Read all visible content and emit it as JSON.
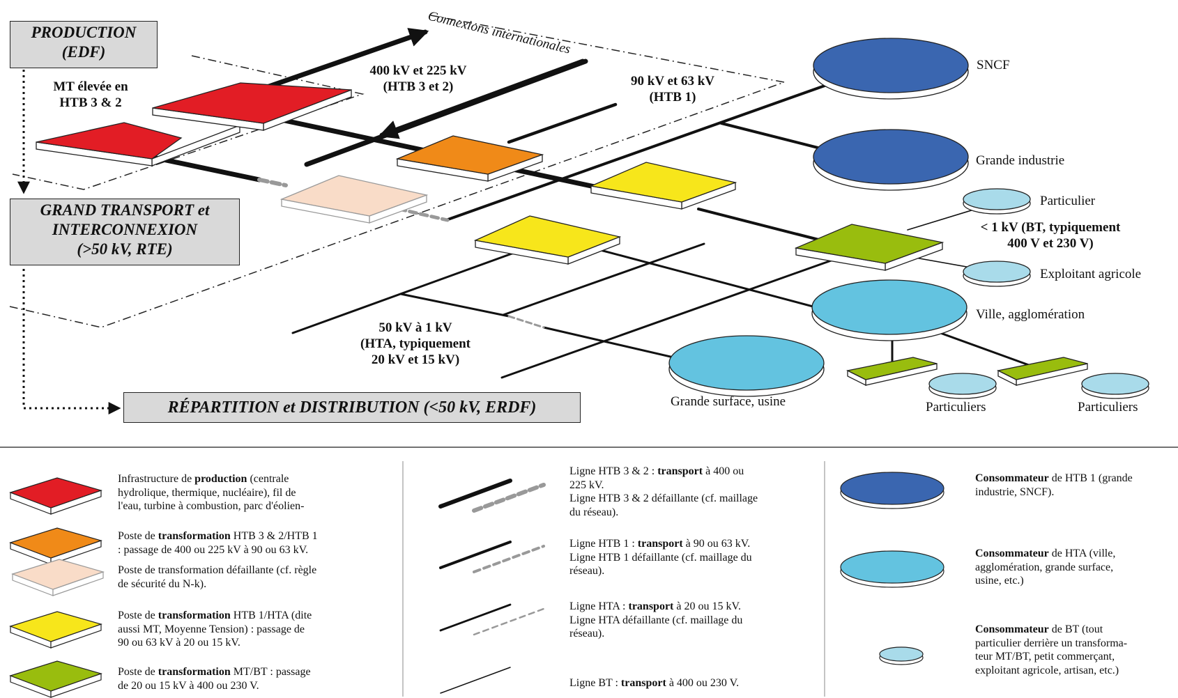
{
  "colors": {
    "production": "#e21d25",
    "htb_substation": "#f08a18",
    "failed_substation": "#f9dcc8",
    "hta_substation": "#f7e61b",
    "bt_substation": "#99bd0e",
    "htb1_consumer": "#3a66b0",
    "hta_consumer": "#63c3e0",
    "bt_consumer": "#a9dbea",
    "header_box": "#d9d9d9"
  },
  "boxes": {
    "production": [
      "PRODUCTION",
      "(EDF)"
    ],
    "transport": [
      "GRAND TRANSPORT et",
      "INTERCONNEXION",
      "(>50 kV, RTE)"
    ],
    "distribution": "RÉPARTITION et DISTRIBUTION (<50 kV, ERDF)"
  },
  "labels": {
    "connexions": "Connexions internationales",
    "mt_elevee": [
      "MT élevée en",
      "HTB 3 & 2"
    ],
    "htb32": [
      "400 kV et 225 kV",
      "(HTB 3 et 2)"
    ],
    "htb1": [
      "90 kV et 63 kV",
      "(HTB 1)"
    ],
    "hta": [
      "50 kV à 1 kV",
      "(HTA, typiquement",
      "20 kV et 15 kV)"
    ],
    "bt": [
      "< 1 kV (BT, typiquement",
      "400 V et 230 V)"
    ]
  },
  "consumers": {
    "sncf": "SNCF",
    "grande_industrie": "Grande industrie",
    "particulier": "Particulier",
    "exploitant": "Exploitant agricole",
    "ville": "Ville, agglomération",
    "grande_surface": "Grande surface, usine",
    "particuliers_1": "Particuliers",
    "particuliers_2": "Particuliers"
  },
  "legend": {
    "col1": [
      {
        "pre": "Infrastructure de ",
        "bold": "production",
        "post": " (centrale",
        "lines": [
          "hydrolique, thermique, nucléaire), fil de",
          "l'eau, turbine à  combustion, parc d'éolien-"
        ]
      },
      {
        "pre": "Poste de ",
        "bold": "transformation",
        "post": " HTB 3 & 2/HTB 1",
        "lines": [
          ": passage de 400 ou 225 kV à 90 ou 63 kV."
        ]
      },
      {
        "pre": "Poste de transformation défaillante (cf. règle",
        "bold": "",
        "post": "",
        "lines": [
          "de sécurité du N-k)."
        ]
      },
      {
        "pre": "Poste de ",
        "bold": "transformation",
        "post": " HTB 1/HTA (dite",
        "lines": [
          "aussi MT,  Moyenne Tension) : passage de",
          "90 ou 63 kV à 20 ou 15 kV."
        ]
      },
      {
        "pre": "Poste de ",
        "bold": "transformation",
        "post": " MT/BT : passage",
        "lines": [
          "de 20 ou 15 kV à 400 ou 230 V."
        ]
      }
    ],
    "col2": [
      {
        "pre": "Ligne HTB 3 & 2 : ",
        "bold": "transport",
        "post": " à 400 ou",
        "lines": [
          "225 kV.",
          "Ligne HTB 3 & 2 défaillante (cf. maillage",
          "du réseau)."
        ]
      },
      {
        "pre": "Ligne HTB 1 : ",
        "bold": "transport",
        "post": " à 90 ou 63 kV.",
        "lines": [
          "Ligne HTB 1 défaillante (cf. maillage du",
          "réseau)."
        ]
      },
      {
        "pre": "Ligne HTA : ",
        "bold": "transport",
        "post": " à 20 ou 15 kV.",
        "lines": [
          "Ligne HTA défaillante (cf. maillage du",
          "réseau)."
        ]
      },
      {
        "pre": "Ligne BT : ",
        "bold": "transport",
        "post": " à 400 ou 230 V.",
        "lines": []
      }
    ],
    "col3": [
      {
        "pre": "",
        "bold": "Consommateur",
        "post": " de HTB 1 (grande",
        "lines": [
          "industrie, SNCF)."
        ]
      },
      {
        "pre": "",
        "bold": "Consommateur",
        "post": " de HTA (ville,",
        "lines": [
          "agglomération, grande surface,",
          "usine, etc.)"
        ]
      },
      {
        "pre": "",
        "bold": "Consommateur",
        "post": " de BT (tout",
        "lines": [
          "particulier derrière un transforma-",
          "teur MT/BT, petit commerçant,",
          "exploitant agricole, artisan, etc.)"
        ]
      }
    ]
  }
}
